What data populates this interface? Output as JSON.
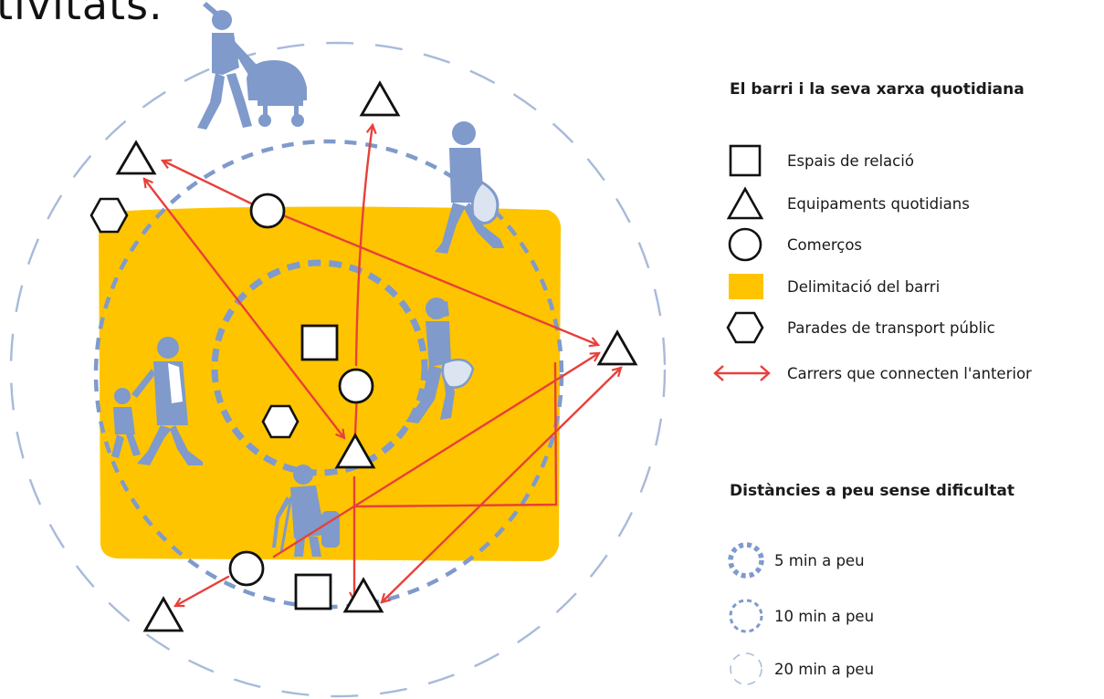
{
  "heading_fragment": "tivitats.",
  "legend": {
    "title": "El barri i la seva xarxa quotidiana",
    "items": [
      {
        "icon": "square-icon",
        "label": "Espais de relació"
      },
      {
        "icon": "triangle-icon",
        "label": "Equipaments quotidians"
      },
      {
        "icon": "circle-icon",
        "label": "Comerços"
      },
      {
        "icon": "yellow-area-icon",
        "label": "Delimitació del barri"
      },
      {
        "icon": "hexagon-icon",
        "label": "Parades de transport públic"
      },
      {
        "icon": "red-double-arrow-icon",
        "label": "Carrers que connecten l'anterior"
      }
    ]
  },
  "distances": {
    "title": "Distàncies a peu sense dificultat",
    "items": [
      {
        "icon": "dotted-circle-5min-icon",
        "label": "5 min a peu"
      },
      {
        "icon": "dashed-circle-10min-icon",
        "label": "10 min a peu"
      },
      {
        "icon": "dashed-circle-20min-icon",
        "label": "20 min a peu"
      }
    ]
  },
  "colors": {
    "neighbourhood": "#FFC400",
    "street_arrow": "#E8403A",
    "walk_rings": "#7F9ACB",
    "people": "#7F9ACB"
  }
}
